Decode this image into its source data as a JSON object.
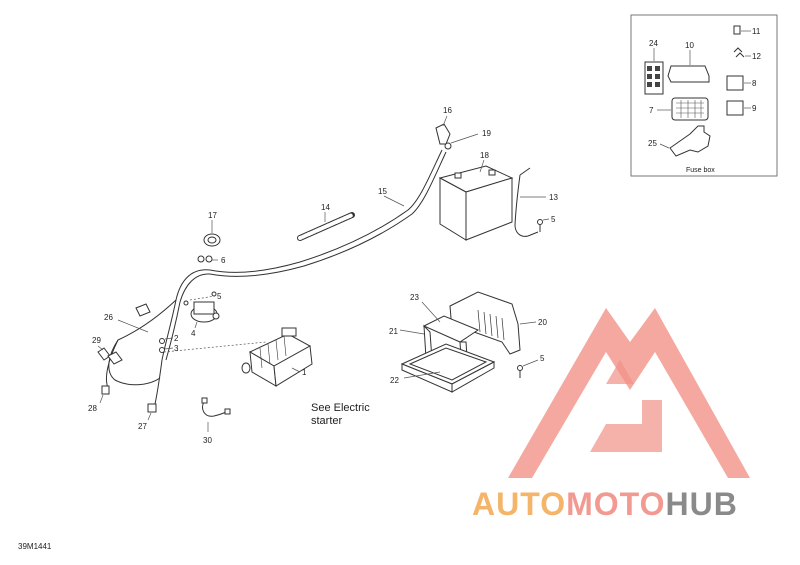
{
  "callouts": [
    {
      "id": "c1",
      "text": "1"
    },
    {
      "id": "c2",
      "text": "2"
    },
    {
      "id": "c3",
      "text": "3"
    },
    {
      "id": "c4",
      "text": "4"
    },
    {
      "id": "c5a",
      "text": "5"
    },
    {
      "id": "c5b",
      "text": "5"
    },
    {
      "id": "c5c",
      "text": "5"
    },
    {
      "id": "c6",
      "text": "6"
    },
    {
      "id": "c7",
      "text": "7"
    },
    {
      "id": "c8",
      "text": "8"
    },
    {
      "id": "c9",
      "text": "9"
    },
    {
      "id": "c10",
      "text": "10"
    },
    {
      "id": "c11",
      "text": "11"
    },
    {
      "id": "c12",
      "text": "12"
    },
    {
      "id": "c13",
      "text": "13"
    },
    {
      "id": "c14",
      "text": "14"
    },
    {
      "id": "c15",
      "text": "15"
    },
    {
      "id": "c16",
      "text": "16"
    },
    {
      "id": "c17",
      "text": "17"
    },
    {
      "id": "c18",
      "text": "18"
    },
    {
      "id": "c19",
      "text": "19"
    },
    {
      "id": "c20",
      "text": "20"
    },
    {
      "id": "c21",
      "text": "21"
    },
    {
      "id": "c22",
      "text": "22"
    },
    {
      "id": "c23",
      "text": "23"
    },
    {
      "id": "c24",
      "text": "24"
    },
    {
      "id": "c25",
      "text": "25"
    },
    {
      "id": "c26",
      "text": "26"
    },
    {
      "id": "c27",
      "text": "27"
    },
    {
      "id": "c28",
      "text": "28"
    },
    {
      "id": "c29",
      "text": "29"
    },
    {
      "id": "c30",
      "text": "30"
    }
  ],
  "notes": {
    "see_electric_line1": "See Electric",
    "see_electric_line2": "starter",
    "fuse_box_label": "Fuse box",
    "diagram_code": "39M1441"
  },
  "watermark": {
    "part_auto": "AUTO",
    "part_moto": "MOTO",
    "part_hub": "HUB",
    "color_auto": "#f4b46a",
    "color_moto": "#f29a92",
    "color_hub": "#8a8a8a",
    "triangle_color": "#ef7f73"
  }
}
